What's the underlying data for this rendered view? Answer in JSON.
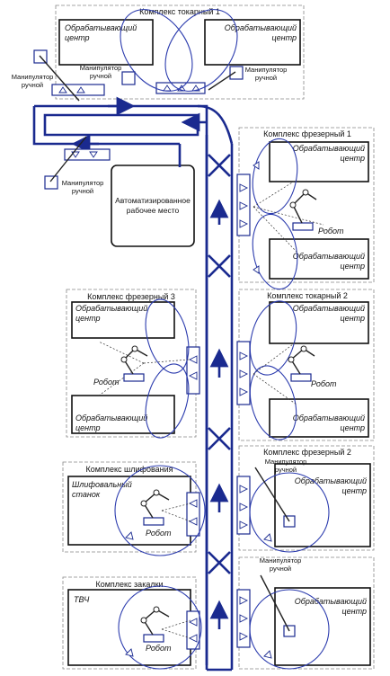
{
  "complexes": {
    "turning1": "Комплекс токарный 1",
    "milling1": "Комплекс фрезерный 1",
    "milling3": "Комплекс фрезерный 3",
    "turning2": "Комплекс токарный 2",
    "grinding": "Комплекс шлифования",
    "milling2": "Комплекс фрезерный 2",
    "hardening": "Комплекс закалки"
  },
  "labels": {
    "machining_center_1": "Обрабатывающий",
    "machining_center_2": "центр",
    "manipulator_1": "Манипулятор",
    "manipulator_2": "ручной",
    "robot": "Робот",
    "automated_workplace_1": "Автоматизированное",
    "automated_workplace_2": "рабочее место",
    "grinding_machine_1": "Шлифовальный",
    "grinding_machine_2": "станок",
    "induction": "ТВЧ"
  },
  "colors": {
    "conveyor": "#1a2a8f",
    "orbit": "#2c3cae",
    "outline": "#111111"
  }
}
